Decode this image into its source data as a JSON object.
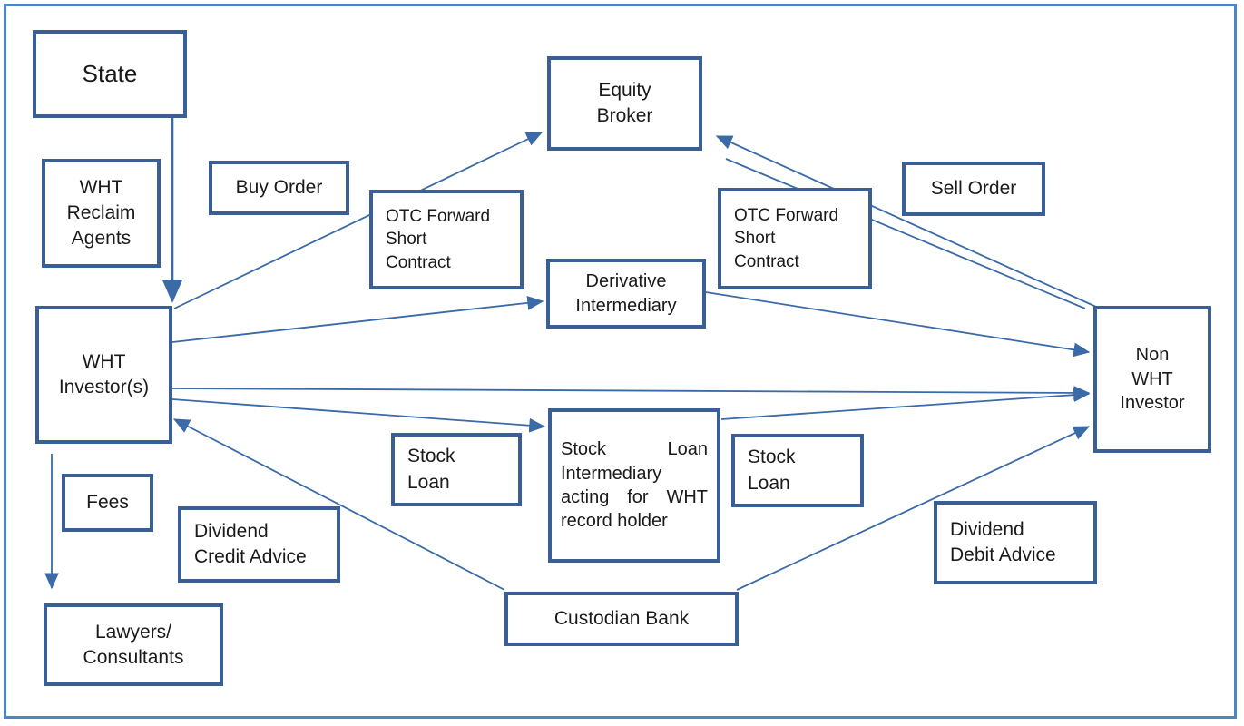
{
  "diagram": {
    "title": "Withholding Tax (WHT) trade and dividend flow diagram",
    "frame_color": "#4a86c8",
    "box_border_color": "#3a5f96",
    "arrow_color": "#3a6aa8",
    "background": "#ffffff",
    "nodes": [
      {
        "id": "state",
        "label": "State"
      },
      {
        "id": "wht-reclaim",
        "label": "WHT\nReclaim\nAgents"
      },
      {
        "id": "wht-investor",
        "label": "WHT\nInvestor(s)"
      },
      {
        "id": "lawyers",
        "label": "Lawyers/\nConsultants"
      },
      {
        "id": "equity-broker",
        "label": "Equity\nBroker"
      },
      {
        "id": "derivative",
        "label": "Derivative\nIntermediary"
      },
      {
        "id": "stock-loan-intermediary",
        "label": "Stock        Loan Intermediary acting for WHT record holder"
      },
      {
        "id": "custodian",
        "label": "Custodian Bank"
      },
      {
        "id": "non-wht",
        "label": "Non\nWHT\nInvestor"
      }
    ],
    "labels": [
      {
        "id": "buy-order",
        "label": "Buy Order"
      },
      {
        "id": "otc-forward-left",
        "label": "OTC  Forward\nShort\nContract"
      },
      {
        "id": "otc-forward-right",
        "label": "OTC  Forward\nShort\nContract"
      },
      {
        "id": "sell-order",
        "label": "Sell Order"
      },
      {
        "id": "fees",
        "label": "Fees"
      },
      {
        "id": "dividend-credit-advice",
        "label": "Dividend\nCredit Advice"
      },
      {
        "id": "stock-loan-left",
        "label": "Stock\nLoan"
      },
      {
        "id": "stock-loan-right",
        "label": "Stock\nLoan"
      },
      {
        "id": "dividend-debit-advice",
        "label": "Dividend\nDebit Advice"
      }
    ],
    "edges": [
      {
        "id": "state-to-wht-investor",
        "from": "state",
        "to": "wht-investor",
        "arrow": true,
        "thin": false
      },
      {
        "id": "wht-investor-to-equity-broker",
        "from": "wht-investor",
        "to": "equity-broker",
        "arrow": true,
        "thin": true
      },
      {
        "id": "wht-investor-to-derivative",
        "from": "wht-investor",
        "to": "derivative",
        "arrow": true,
        "thin": true
      },
      {
        "id": "wht-investor-to-non-wht",
        "from": "wht-investor",
        "to": "non-wht",
        "arrow": true,
        "thin": true
      },
      {
        "id": "wht-investor-to-stock-loan",
        "from": "wht-investor",
        "to": "stock-loan-intermediary",
        "arrow": true,
        "thin": true
      },
      {
        "id": "wht-investor-to-lawyers",
        "from": "wht-investor",
        "to": "lawyers",
        "arrow": true,
        "thin": true
      },
      {
        "id": "non-wht-to-equity-broker",
        "from": "non-wht",
        "to": "equity-broker",
        "arrow": true,
        "thin": true
      },
      {
        "id": "equity-broker-to-non-wht",
        "from": "equity-broker",
        "to": "non-wht",
        "arrow": false,
        "thin": true
      },
      {
        "id": "derivative-to-non-wht",
        "from": "derivative",
        "to": "non-wht",
        "arrow": true,
        "thin": true
      },
      {
        "id": "stock-loan-to-non-wht",
        "from": "stock-loan-intermediary",
        "to": "non-wht",
        "arrow": true,
        "thin": true
      },
      {
        "id": "custodian-to-wht-investor",
        "from": "custodian",
        "to": "wht-investor",
        "arrow": true,
        "thin": true
      },
      {
        "id": "custodian-to-non-wht",
        "from": "custodian",
        "to": "non-wht",
        "arrow": true,
        "thin": true
      }
    ]
  }
}
